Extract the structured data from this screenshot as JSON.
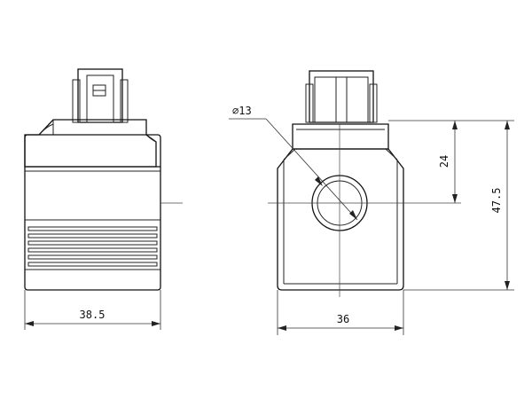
{
  "drawing": {
    "side_view": {
      "width_dim": "38.5"
    },
    "front_view": {
      "hole_dim": "⌀13",
      "width_dim": "36",
      "center_height_dim": "24",
      "total_height_dim": "47.5"
    }
  }
}
